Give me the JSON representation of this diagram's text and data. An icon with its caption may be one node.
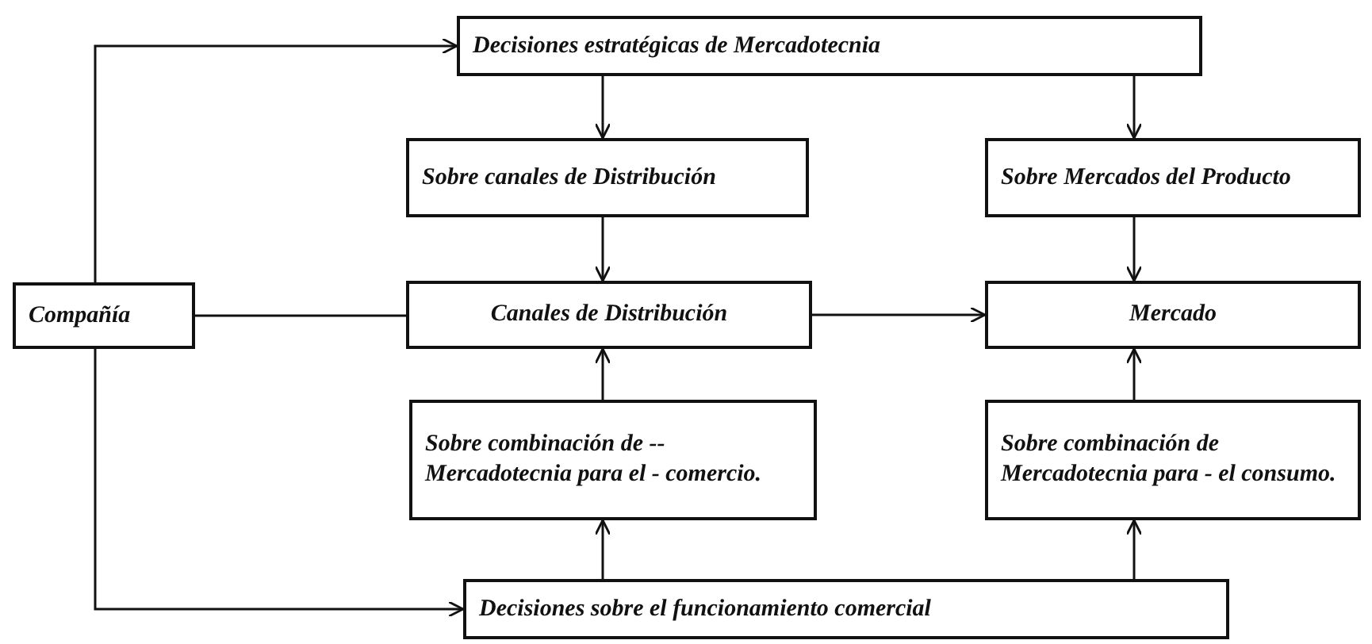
{
  "diagram": {
    "nodes": [
      {
        "text": [
          "Compañía"
        ]
      },
      {
        "text": [
          "Decisiones estratégicas de Mercadotecnia"
        ]
      },
      {
        "text": [
          "Sobre canales de Distribución"
        ]
      },
      {
        "text": [
          "Sobre Mercados del Producto"
        ]
      },
      {
        "text": [
          "Canales de Distribución"
        ]
      },
      {
        "text": [
          "Mercado"
        ]
      },
      {
        "text": [
          "Sobre combinación de -- Mercadotecnia para el - comercio."
        ]
      },
      {
        "text": [
          "Sobre combinación de Mercadotecnia para - el consumo."
        ]
      },
      {
        "text": [
          "Decisiones sobre el funcionamiento comercial"
        ]
      }
    ],
    "edges": [
      {
        "from": 0,
        "to": 1,
        "arrow": "to"
      },
      {
        "from": 1,
        "to": 2,
        "arrow": "to"
      },
      {
        "from": 1,
        "to": 3,
        "arrow": "to"
      },
      {
        "from": 2,
        "to": 4,
        "arrow": "to"
      },
      {
        "from": 3,
        "to": 5,
        "arrow": "to"
      },
      {
        "from": 0,
        "to": 4,
        "arrow": "none"
      },
      {
        "from": 4,
        "to": 5,
        "arrow": "to"
      },
      {
        "from": 6,
        "to": 4,
        "arrow": "to"
      },
      {
        "from": 7,
        "to": 5,
        "arrow": "to"
      },
      {
        "from": 8,
        "to": 6,
        "arrow": "to"
      },
      {
        "from": 8,
        "to": 7,
        "arrow": "to"
      },
      {
        "from": 0,
        "to": 8,
        "arrow": "to"
      }
    ]
  }
}
